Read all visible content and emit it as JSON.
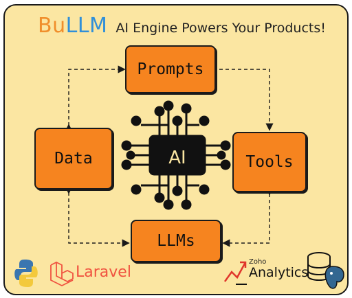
{
  "header": {
    "brand_prefix": "Bu",
    "brand_suffix": "LLM",
    "tagline": "AI Engine Powers Your Products!"
  },
  "diagram": {
    "center_label": "AI",
    "nodes": {
      "prompts": "Prompts",
      "data": "Data",
      "tools": "Tools",
      "llms": "LLMs"
    }
  },
  "footer_logos": {
    "laravel": "Laravel",
    "zoho_small": "Zoho",
    "analytics": "Analytics",
    "python_icon": "python-icon",
    "laravel_icon": "laravel-icon",
    "zoho_icon": "zoho-icon",
    "database_icon": "database-icon",
    "postgres_icon": "postgresql-icon"
  },
  "colors": {
    "panel": "#fbe6a2",
    "node": "#f6841f",
    "brand_orange": "#f08e2b",
    "brand_blue": "#2f8fd9",
    "laravel_red": "#f05340"
  }
}
